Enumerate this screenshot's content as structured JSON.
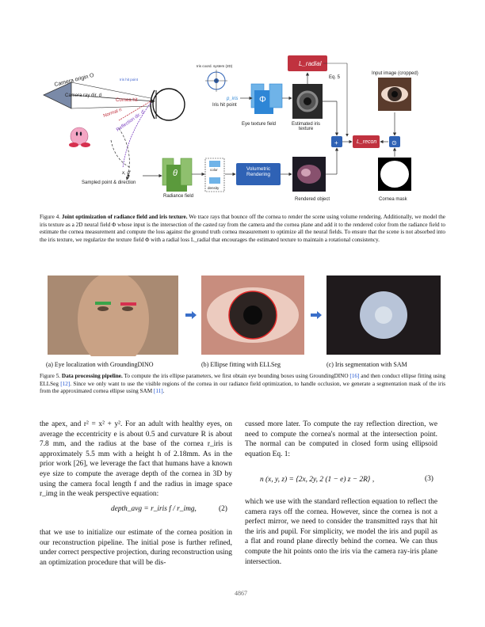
{
  "figure4": {
    "labels": {
      "camera_origin": "Camera origin O",
      "camera_ray_dir": "Camera ray dir. d",
      "iris_hit_point_tag": "Iris hit point",
      "cornea_hit_tag": "Cornea hit",
      "normal": "Normal n",
      "reflection_dir": "Reflection dir. d'",
      "iris_coord_system": "Iris coord. system (2D)",
      "p_iris": "p_iris",
      "iris_hit_point": "Iris hit point",
      "phi": "Φ",
      "eye_texture_field": "Eye texture field",
      "estimated_iris_texture": "Estimated iris texture",
      "l_radial": "L_radial",
      "eq5": "Eq. 5",
      "input_image": "Input image (cropped)",
      "plus": "+",
      "l_recon": "L_recon",
      "odot": "⊙",
      "cornea_mask": "Cornea mask",
      "sampled_point": "Sampled point & direction",
      "theta": "θ",
      "radiance_field": "Radiance field",
      "color": "color",
      "density": "density",
      "volumetric_rendering": "Volumetric Rendering",
      "rendered_object": "Rendered object",
      "x_d": "x, d'"
    },
    "caption_label": "Figure 4.",
    "caption_title": "Joint optimization of radiance field and iris texture.",
    "caption_text": "We trace rays that bounce off the cornea to render the scene using volume rendering. Additionally, we model the iris texture as a 2D neural field Φ whose input is the intersection of the casted ray from the camera and the cornea plane and add it to the rendered color from the radiance field to estimate the cornea measurement and compute the loss against the ground truth cornea measurement to optimize all the neural fields. To ensure that the scene is not absorbed into the iris texture, we regularize the texture field Φ with a radial loss L_radial that encourages the estimated texture to maintain a rotational consistency."
  },
  "figure5": {
    "subcaptions": [
      "(a) Eye localization with GroundingDINO",
      "(b) Ellipse fitting with ELLSeg",
      "(c) Iris segmentation with SAM"
    ],
    "caption_label": "Figure 5.",
    "caption_title": "Data processing pipeline.",
    "caption_text_1": "To compute the iris ellipse parameters, we first obtain eye bounding boxes using GroundingDINO",
    "ref16": "[16]",
    "caption_text_2": "and then conduct ellipse fitting using ELLSeg",
    "ref12": "[12]",
    "caption_text_3": ". Since we only want to use the visible regions of the cornea in our radiance field optimization, to handle occlusion, we generate a segmentation mask of the iris from the approximated cornea ellipse using SAM",
    "ref11": "[11]",
    "caption_text_4": "."
  },
  "body": {
    "left_p1": "the apex, and r² = x² + y². For an adult with healthy eyes, on average the eccentricity e is about 0.5 and curvature R is about 7.8 mm, and the radius at the base of the cornea r_iris is approximately 5.5 mm with a height h of 2.18mm. As in the prior work [26], we leverage the fact that humans have a known eye size to compute the average depth of the cornea in 3D by using the camera focal length f and the radius in image space r_img in the weak perspective equation:",
    "eq2_text": "depth_avg = r_iris f / r_img,",
    "eq2_num": "(2)",
    "left_p2": "that we use to initialize our estimate of the cornea position in our reconstruction pipeline. The initial pose is further refined, under correct perspective projection, during reconstruction using an optimization procedure that will be dis-",
    "right_p1": "cussed more later. To compute the ray reflection direction, we need to compute the cornea's normal at the intersection point. The normal can be computed in closed form using ellipsoid equation Eq. 1:",
    "eq3_text": "n (x, y, z) = ⟨2x, 2y, 2 (1 − e) z − 2R⟩ ,",
    "eq3_num": "(3)",
    "right_p2": "which we use with the standard reflection equation to reflect the camera rays off the cornea. However, since the cornea is not a perfect mirror, we need to consider the transmitted rays that hit the iris and pupil. For simplicity, we model the iris and pupil as a flat and round plane directly behind the cornea. We can thus compute the hit points onto the iris via the camera ray-iris plane intersection."
  },
  "page_number": "4867",
  "colors": {
    "link": "#1a4fd0",
    "phi_box": "#2e86d6",
    "theta_box": "#5b9a3c",
    "loss_box": "#c0323f",
    "vol_box": "#2f62b5"
  }
}
